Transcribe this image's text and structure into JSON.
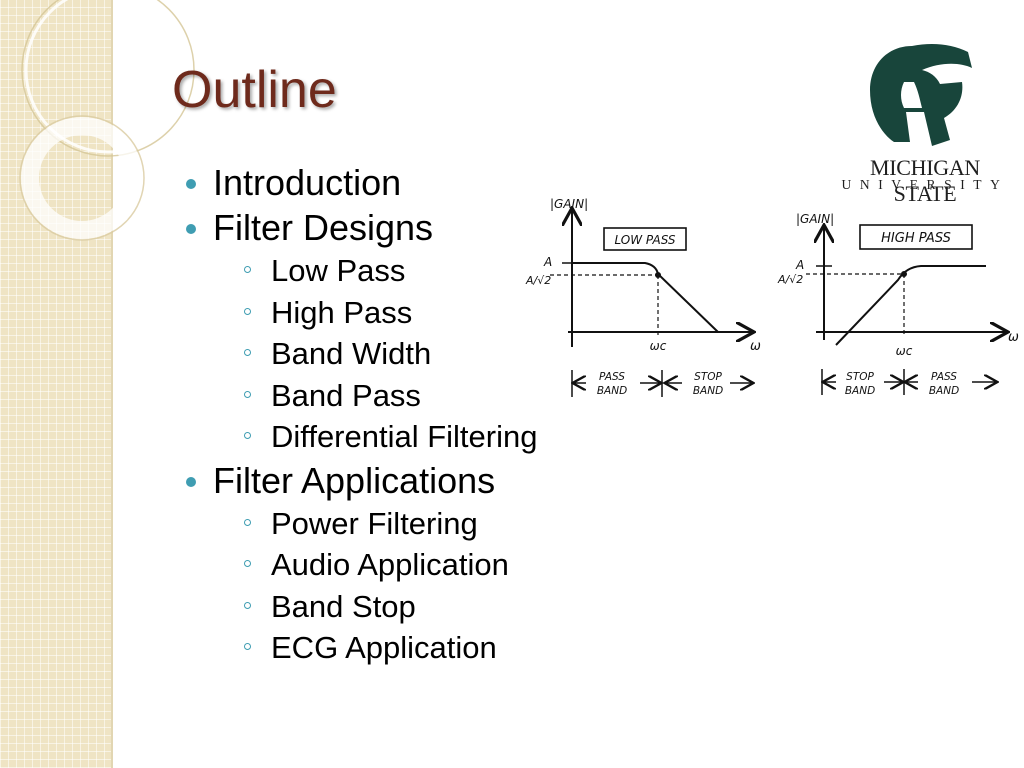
{
  "slide": {
    "title": "Outline",
    "outline": [
      {
        "label": "Introduction",
        "children": []
      },
      {
        "label": "Filter Designs",
        "children": [
          "Low Pass",
          "High Pass",
          "Band Width",
          "Band Pass",
          "Differential Filtering"
        ]
      },
      {
        "label": "Filter Applications",
        "children": [
          "Power Filtering",
          "Audio Application",
          "Band Stop",
          "ECG Application"
        ]
      }
    ]
  },
  "logo": {
    "line1": "MICHIGAN STATE",
    "line2": "UNIVERSITY",
    "color": "#18453b"
  },
  "diagrams": {
    "low_pass": {
      "title": "LOW PASS",
      "y_axis": "|GAIN|",
      "x_axis": "ω",
      "level_label": "A",
      "cutoff_level_label": "A/√2",
      "cutoff_label": "ωc",
      "left_band": [
        "PASS",
        "BAND"
      ],
      "right_band": [
        "STOP",
        "BAND"
      ]
    },
    "high_pass": {
      "title": "HIGH PASS",
      "y_axis": "|GAIN|",
      "x_axis": "ω",
      "level_label": "A",
      "cutoff_level_label": "A/√2",
      "cutoff_label": "ωc",
      "left_band": [
        "STOP",
        "BAND"
      ],
      "right_band": [
        "PASS",
        "BAND"
      ]
    }
  },
  "colors": {
    "title": "#6e2a1c",
    "bullet": "#3f9db2",
    "sidebar": "#efe4c4"
  }
}
